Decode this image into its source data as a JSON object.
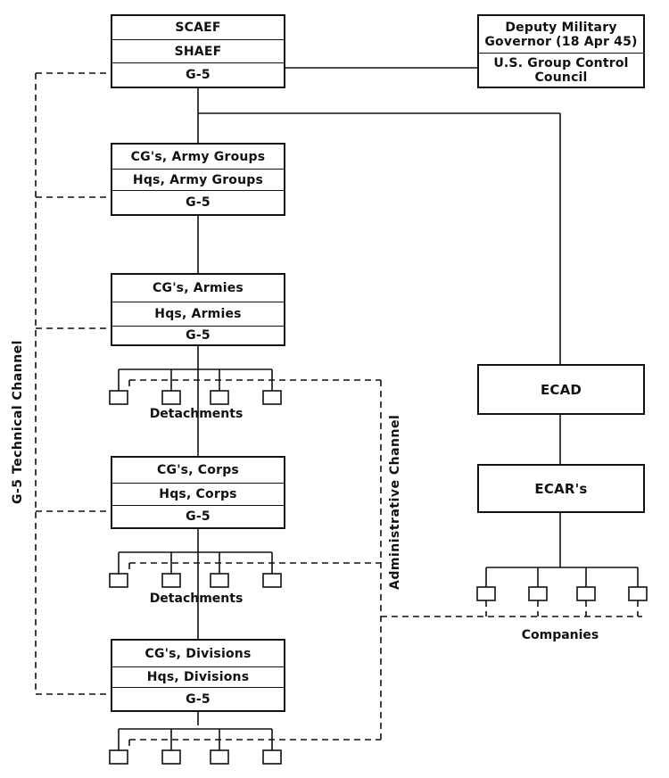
{
  "chain": {
    "top": [
      "SCAEF",
      "SHAEF",
      "G-5"
    ],
    "army_groups": [
      "CG's, Army Groups",
      "Hqs, Army Groups",
      "G-5"
    ],
    "armies": [
      "CG's, Armies",
      "Hqs, Armies",
      "G-5"
    ],
    "corps": [
      "CG's, Corps",
      "Hqs, Corps",
      "G-5"
    ],
    "divisions": [
      "CG's, Divisions",
      "Hqs, Divisions",
      "G-5"
    ]
  },
  "control": {
    "governor": "Deputy Military Governor (18 Apr 45)",
    "council": "U.S. Group Control Council"
  },
  "regional": {
    "ecad": "ECAD",
    "ecars": "ECAR's"
  },
  "labels": {
    "detachments": "Detachments",
    "companies": "Companies",
    "technical_channel": "G-5 Technical Channel",
    "administrative_channel": "Administrative Channel"
  }
}
